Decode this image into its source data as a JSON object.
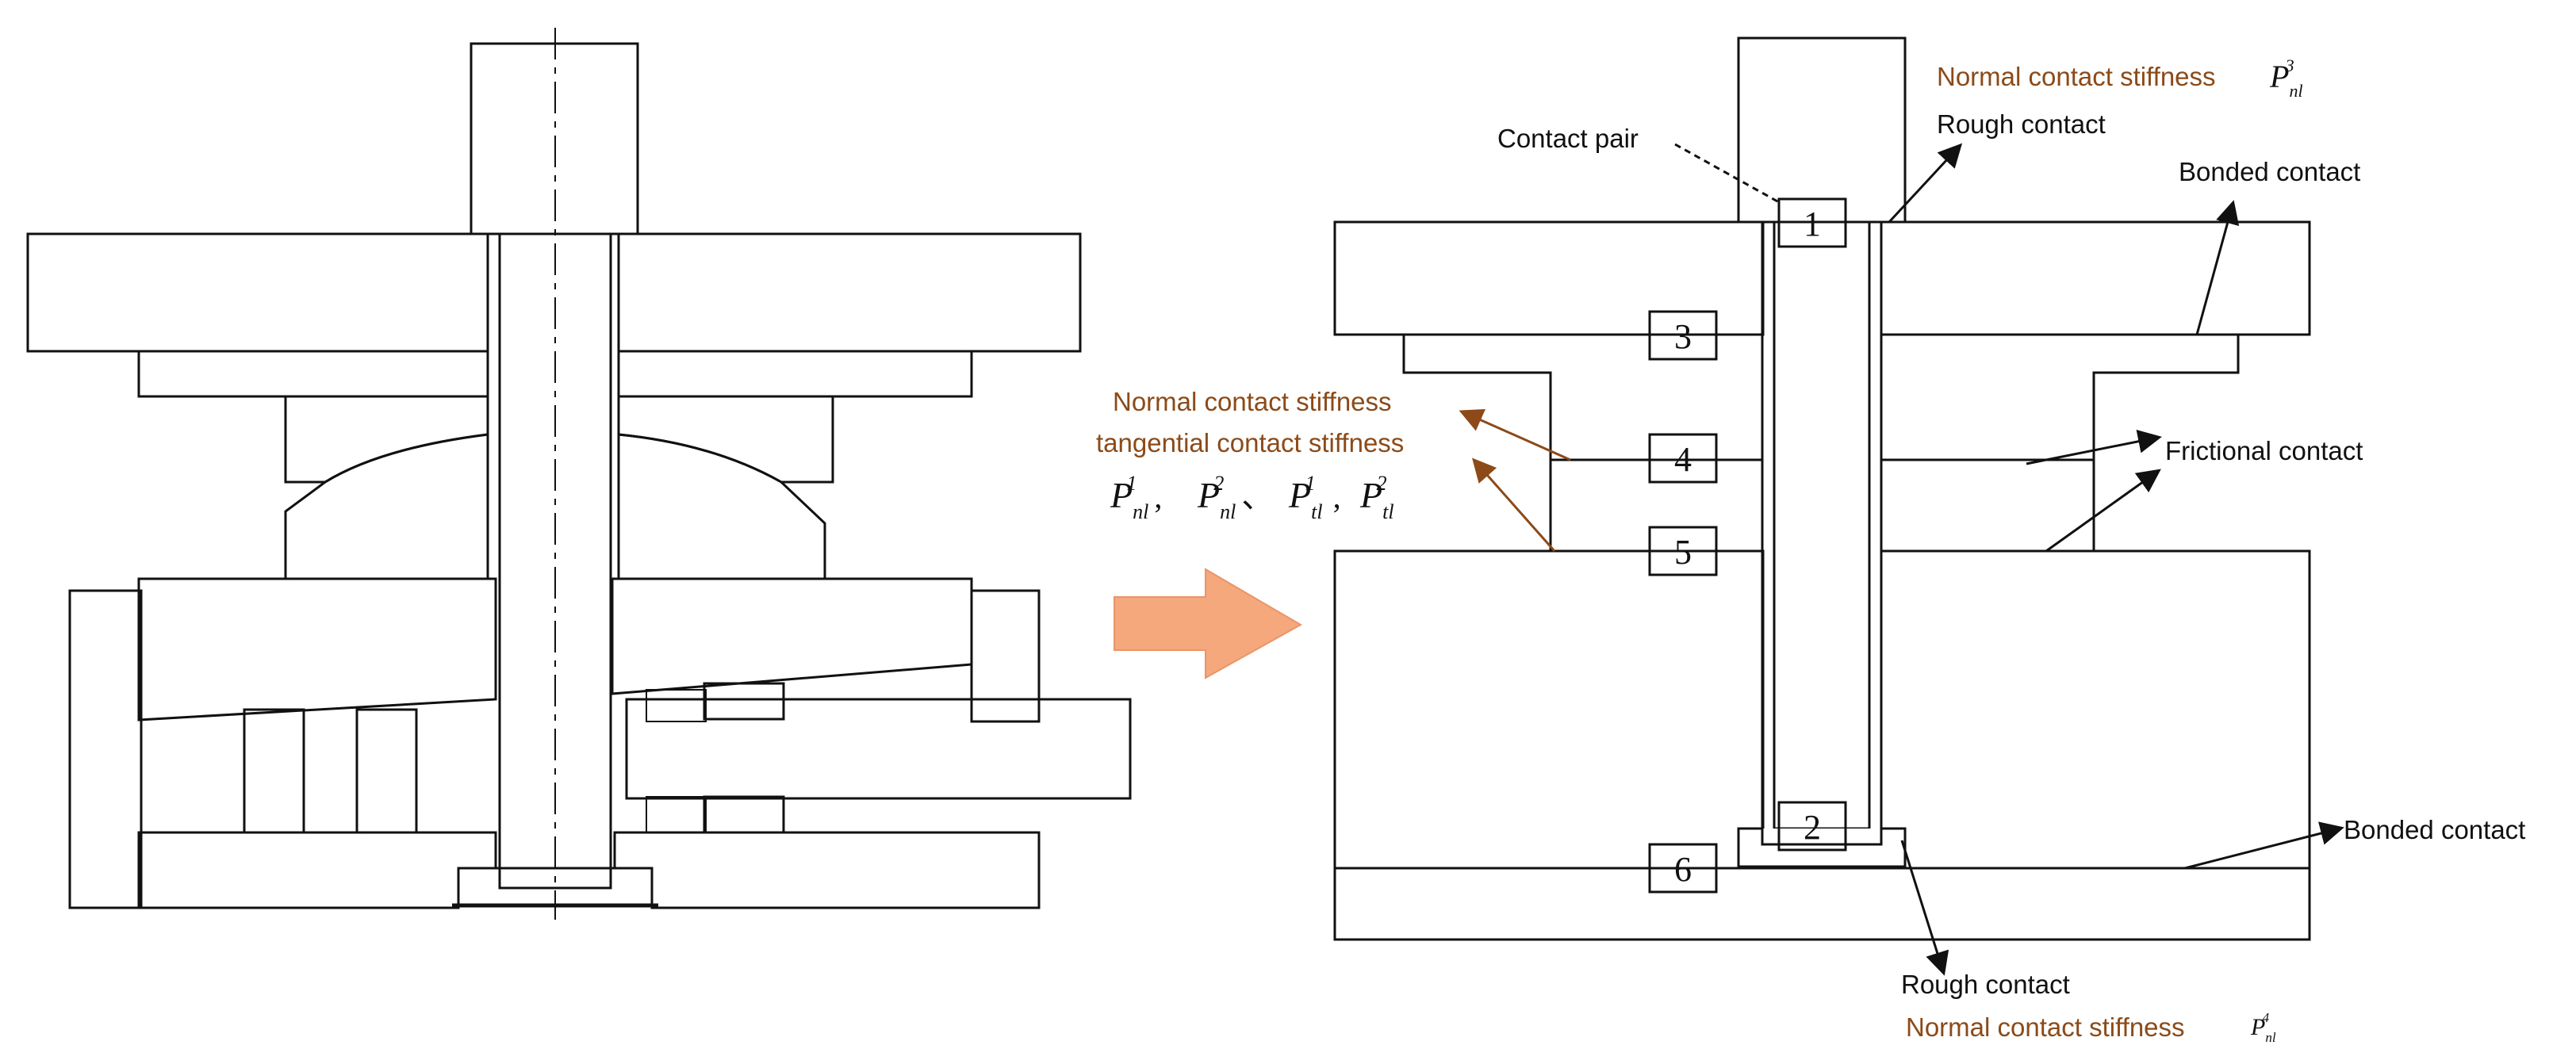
{
  "figure": {
    "colors": {
      "line": "#111111",
      "annotation_text": "#8b4a18",
      "annotation_arrow": "#8b4a18",
      "transition_arrow": "#f4a87c"
    },
    "labels": {
      "contact_pair": "Contact pair",
      "rough_contact_top": "Rough contact",
      "normal_stiffness_top": "Normal contact stiffness",
      "bonded_contact_top": "Bonded contact",
      "frictional_contact": "Frictional contact",
      "bonded_contact_bottom": "Bonded contact",
      "rough_contact_bottom": "Rough contact",
      "normal_stiffness_bottom": "Normal contact stiffness",
      "normal_stiffness_left": "Normal contact stiffness",
      "tangential_stiffness_left": "tangential contact stiffness"
    },
    "symbols": {
      "top": {
        "base": "P",
        "sub": "nl",
        "sup": "3"
      },
      "bottom": {
        "base": "P",
        "sub": "nl",
        "sup": "4"
      },
      "left": [
        {
          "base": "P",
          "sub": "nl",
          "sup": "1",
          "sep": ","
        },
        {
          "base": "P",
          "sub": "nl",
          "sup": "2",
          "sep": "、"
        },
        {
          "base": "P",
          "sub": "tl",
          "sup": "1",
          "sep": ","
        },
        {
          "base": "P",
          "sub": "tl",
          "sup": "2",
          "sep": ""
        }
      ]
    },
    "pair_numbers": [
      "1",
      "2",
      "3",
      "4",
      "5",
      "6"
    ],
    "transition_icon": "right-arrow-icon"
  }
}
